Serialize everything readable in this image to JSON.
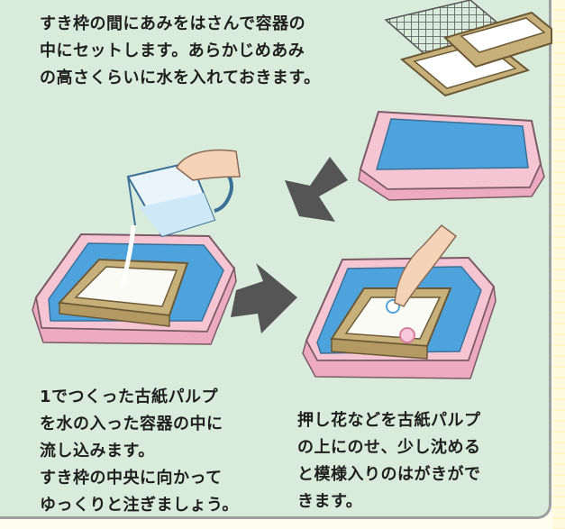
{
  "step1": {
    "lines": [
      "すき枠の間にあみをはさんで容器の",
      "中にセットします。あらかじめあみ",
      "の高さくらいに水を入れておきます。"
    ]
  },
  "step2": {
    "lines": [
      "1でつくった古紙パルプ",
      "を水の入った容器の中に",
      "流し込みます。",
      "すき枠の中央に向かって",
      "ゆっくりと注ぎましょう。"
    ]
  },
  "step3": {
    "lines": [
      "押し花などを古紙パルプ",
      "の上にのせ、少し沈める",
      "と模様入りのはがきがで",
      "きます。"
    ]
  }
}
